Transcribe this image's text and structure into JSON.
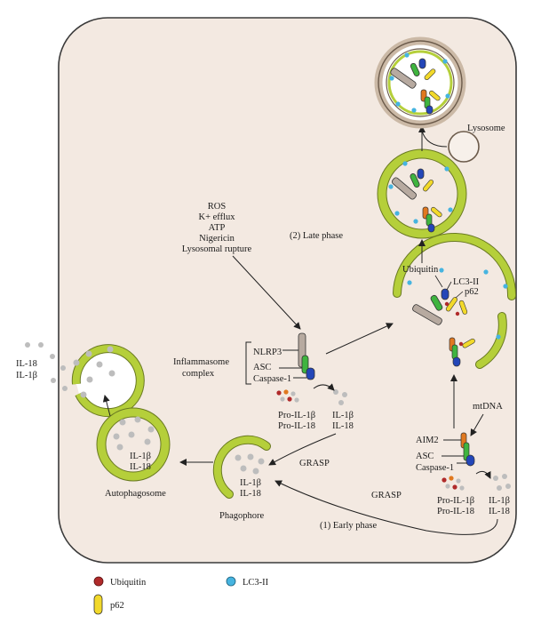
{
  "labels": {
    "ros": "ROS",
    "k_efflux": "K+ efflux",
    "atp": "ATP",
    "nigericin": "Nigericin",
    "lysosomal_rupture": "Lysosomal rupture",
    "late_phase": "(2) Late phase",
    "early_phase": "(1) Early phase",
    "lysosome": "Lysosome",
    "ubiquitin_top": "Ubiquitin",
    "lc3_ii_top": "LC3-II",
    "p62_top": "p62",
    "nlrp3": "NLRP3",
    "asc_inflam": "ASC",
    "caspase1_inflam": "Caspase-1",
    "inflammasome_line1": "Inflammasome",
    "inflammasome_line2": "complex",
    "pro_il1b_1": "Pro-IL-1β",
    "pro_il18_1": "Pro-IL-18",
    "il1b_1": "IL-1β",
    "il18_1": "IL-18",
    "mtdna": "mtDNA",
    "aim2": "AIM2",
    "asc_aim2": "ASC",
    "caspase1_aim2": "Caspase-1",
    "pro_il1b_2": "Pro-IL-1β",
    "pro_il18_2": "Pro-IL-18",
    "il1b_2": "IL-1β",
    "il18_2": "IL-18",
    "grasp_1": "GRASP",
    "grasp_2": "GRASP",
    "phagophore": "Phagophore",
    "phagophore_il1b": "IL-1β",
    "phagophore_il18": "IL-18",
    "autophagosome": "Autophagosome",
    "autophagosome_il1b": "IL-1β",
    "autophagosome_il18": "IL-18",
    "secreted_il18": "IL-18",
    "secreted_il1b": "IL-1β"
  },
  "legend": {
    "ubiquitin": "Ubiquitin",
    "lc3_ii": "LC3-II",
    "p62": "p62"
  },
  "colors": {
    "cell_fill": "#f3e9e1",
    "cell_stroke": "#3a3a3a",
    "membrane": "#b5cf3a",
    "membrane_stroke": "#6a7a22",
    "lysosome_fill": "#f7f0ea",
    "lysosome_ring": "#e5d7c8",
    "nlrp3": "#b7aaa0",
    "asc": "#3fb43f",
    "caspase": "#2346b8",
    "aim2": "#e0781f",
    "p62": "#f2d92a",
    "lc3": "#46b4e0",
    "ubiquitin": "#b02a2a",
    "cytokine": "#bdbdbd"
  }
}
